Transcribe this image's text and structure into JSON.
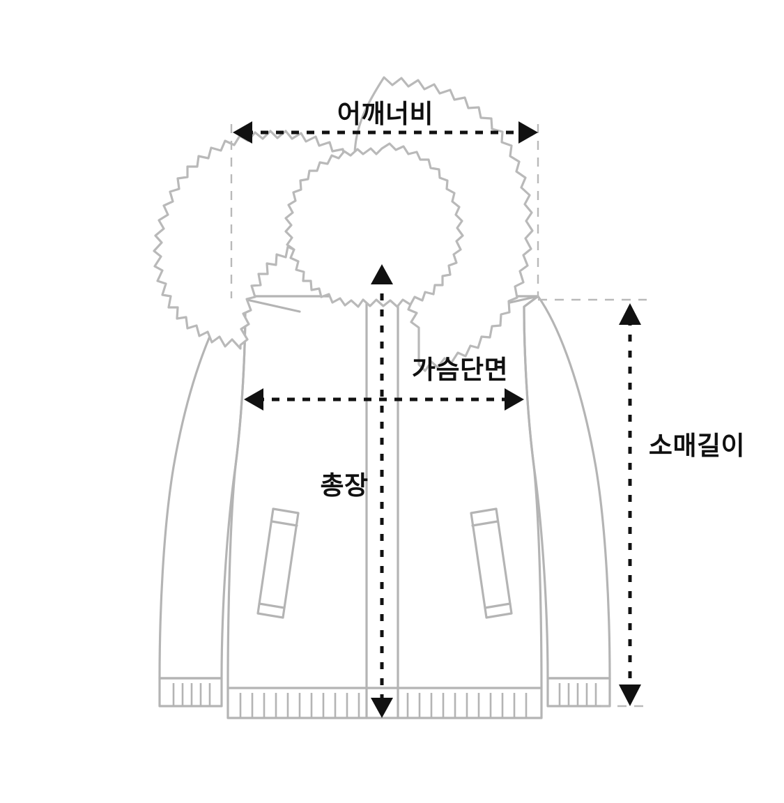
{
  "page": {
    "title": "의류 실측 사이즈 안내",
    "background_color": "#ffffff",
    "garment_type": "후드 패딩 점퍼"
  },
  "colors": {
    "garment_outline": "#b4b4b4",
    "fur_outline": "#b9b9b9",
    "dimension_line": "#111111",
    "extension_line": "#b9b9b9",
    "label_text": "#101010"
  },
  "measurements": {
    "shoulder": {
      "label": "어깨너비",
      "orientation": "horizontal",
      "label_x": 553,
      "label_y": 176
    },
    "chest": {
      "label": "가슴단면",
      "orientation": "horizontal",
      "label_x": 660,
      "label_y": 543
    },
    "length": {
      "label": "총장",
      "orientation": "vertical",
      "label_x": 494,
      "label_y": 709
    },
    "sleeve": {
      "label": "소매길이",
      "orientation": "vertical",
      "label_x": 1000,
      "label_y": 652
    }
  },
  "icons": {
    "arrow_left": "arrow-left-icon",
    "arrow_right": "arrow-right-icon",
    "arrow_up": "arrow-up-icon",
    "arrow_down": "arrow-down-icon"
  }
}
